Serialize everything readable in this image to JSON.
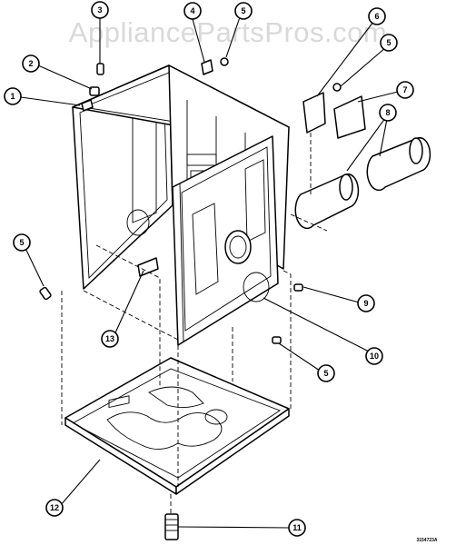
{
  "watermark": "AppliancePartsPros.com",
  "drawing_code": "3154723A",
  "callouts": [
    {
      "label": "1"
    },
    {
      "label": "2"
    },
    {
      "label": "3"
    },
    {
      "label": "4"
    },
    {
      "label": "5"
    },
    {
      "label": "6"
    },
    {
      "label": "5"
    },
    {
      "label": "7"
    },
    {
      "label": "8"
    },
    {
      "label": "5"
    },
    {
      "label": "9"
    },
    {
      "label": "10"
    },
    {
      "label": "5"
    },
    {
      "label": "11"
    },
    {
      "label": "12"
    },
    {
      "label": "13"
    }
  ]
}
